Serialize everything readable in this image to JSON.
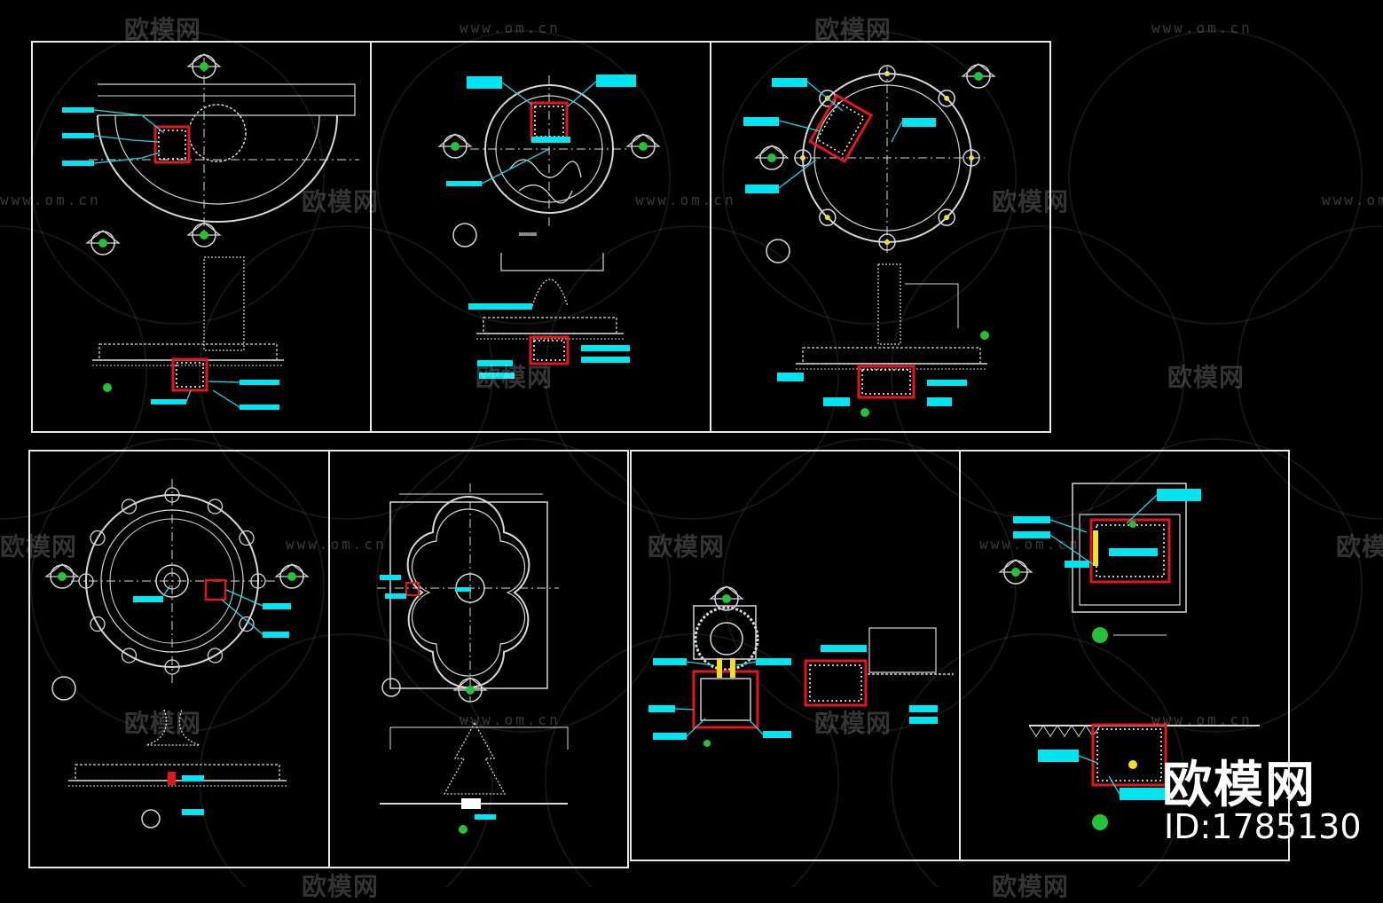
{
  "colors": {
    "background": "#000000",
    "frame": "#e8e8e8",
    "line": "#d8d8d8",
    "leader": "#19d9e6",
    "tag": "#00e5f0",
    "accent_red": "#e01818",
    "accent_yellow": "#f2e020",
    "marker_green": "#23c23a"
  },
  "watermark": {
    "brand": "欧模网",
    "url": "www.om.cn"
  },
  "corner_brand": {
    "name": "欧模网",
    "id": "ID:1785130"
  },
  "panels": [
    "half-circle-fountain-plan-and-section",
    "round-fountain-with-flower-pool-plan-and-section",
    "octagon-studded-fountain-plan-and-section",
    "lotus-ring-fountain-plan-and-section",
    "quatrefoil-fountain-plan-and-elevation",
    "pump-pit-ring-detail",
    "square-pump-pit-detail-and-section"
  ]
}
